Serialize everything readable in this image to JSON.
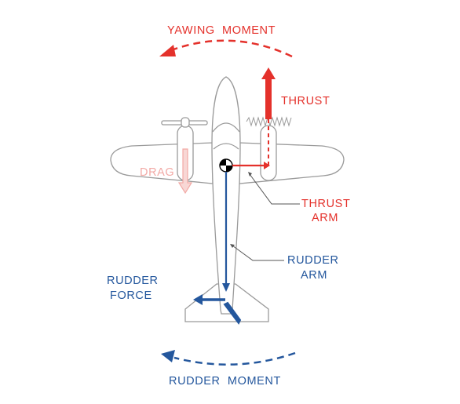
{
  "colors": {
    "thrust_red": "#e4312b",
    "drag_pink": "#f2a9a5",
    "rudder_blue": "#24579d",
    "outline_gray": "#9a9a9a",
    "center_of_gravity": "#000000"
  },
  "labels": {
    "yawing_moment": "YAWING  MOMENT",
    "thrust": "THRUST",
    "drag": "DRAG",
    "thrust_arm_line1": "THRUST",
    "thrust_arm_line2": "ARM",
    "rudder_arm_line1": "RUDDER",
    "rudder_arm_line2": "ARM",
    "rudder_force_line1": "RUDDER",
    "rudder_force_line2": "FORCE",
    "rudder_moment": "RUDDER  MOMENT"
  }
}
